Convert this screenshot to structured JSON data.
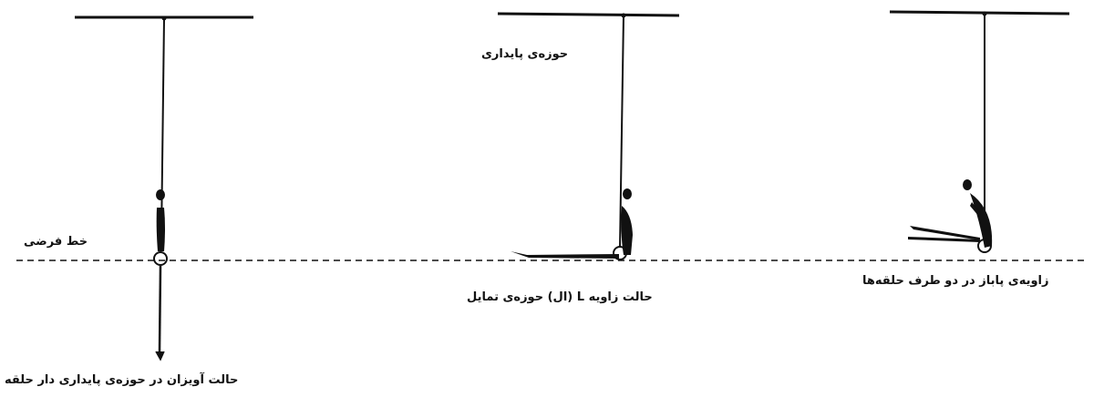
{
  "labels": {
    "stable_zone": "حوزه‌ی پایداری",
    "imaginary_line": "خط فرضی",
    "lsit_caption": "حالت زاویه L (ال) حوزه‌ی تمایل",
    "straddle_caption": "زاویه‌ی پاباز در دو طرف حلقه‌ها",
    "hang_caption": "حالت آویزان در حوزه‌ی پایداری دار حلقه"
  },
  "colors": {
    "ink": "#111111",
    "background": "#ffffff"
  }
}
